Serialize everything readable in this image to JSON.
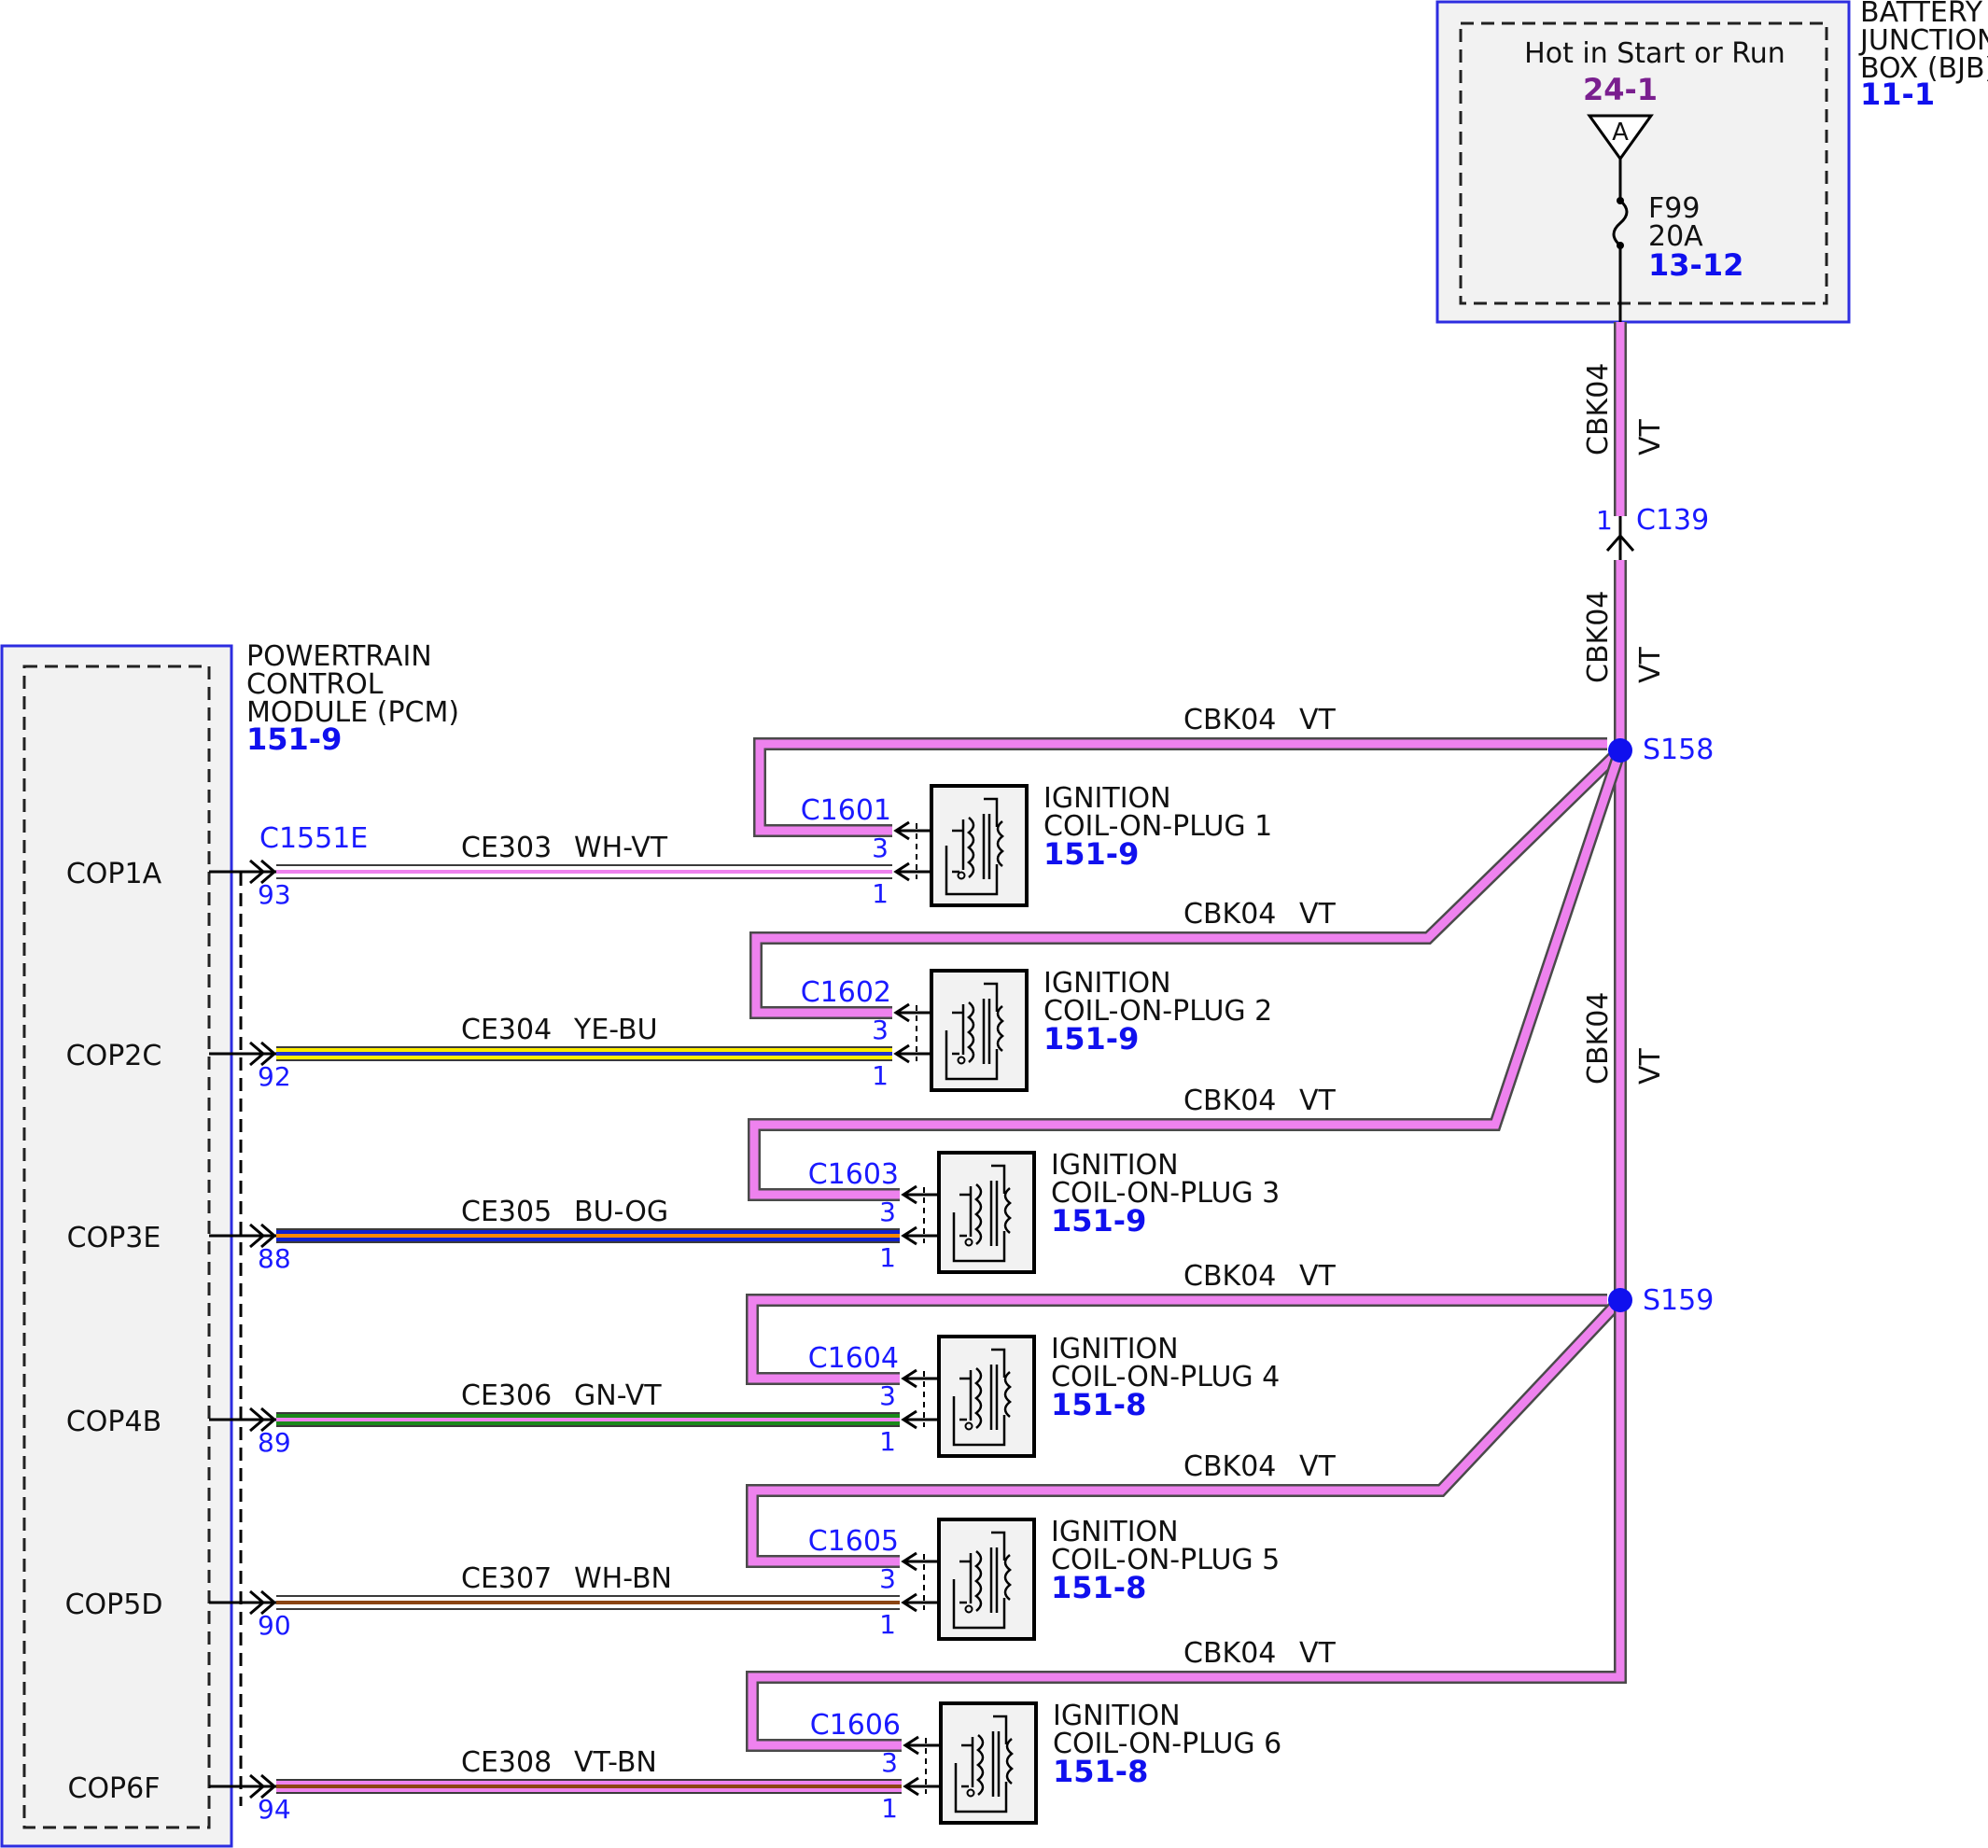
{
  "bjb": {
    "name_lines": [
      "BATTERY",
      "JUNCTION",
      "BOX (BJB)"
    ],
    "ref": "11-1",
    "hot_text": "Hot in Start or Run",
    "hot_ref": "24-1",
    "triangle_letter": "A",
    "fuse_name": "F99",
    "fuse_rating": "20A",
    "fuse_ref": "13-12"
  },
  "pcm": {
    "name_lines": [
      "POWERTRAIN",
      "CONTROL",
      "MODULE (PCM)"
    ],
    "ref": "151-9",
    "connector": "C1551E"
  },
  "feed": {
    "circuit": "CBK04",
    "color": "VT",
    "connector": "C139",
    "connector_pin": "1",
    "splices": [
      "S158",
      "S159"
    ]
  },
  "coils": [
    {
      "pcm_pin_label": "COP1A",
      "pcm_pin": "93",
      "circuit": "CE303",
      "wire_color": "WH-VT",
      "stripe": [
        "#ffffff",
        "#ee82ee"
      ],
      "connector": "C1601",
      "pin_a": "3",
      "pin_b": "1",
      "name_line1": "IGNITION",
      "name_line2": "COIL-ON-PLUG 1",
      "ref": "151-9",
      "feed_circuit": "CBK04",
      "feed_color": "VT"
    },
    {
      "pcm_pin_label": "COP2C",
      "pcm_pin": "92",
      "circuit": "CE304",
      "wire_color": "YE-BU",
      "stripe": [
        "#ffee00",
        "#2030d0"
      ],
      "connector": "C1602",
      "pin_a": "3",
      "pin_b": "1",
      "name_line1": "IGNITION",
      "name_line2": "COIL-ON-PLUG 2",
      "ref": "151-9",
      "feed_circuit": "CBK04",
      "feed_color": "VT"
    },
    {
      "pcm_pin_label": "COP3E",
      "pcm_pin": "88",
      "circuit": "CE305",
      "wire_color": "BU-OG",
      "stripe": [
        "#1020d0",
        "#ff8800"
      ],
      "connector": "C1603",
      "pin_a": "3",
      "pin_b": "1",
      "name_line1": "IGNITION",
      "name_line2": "COIL-ON-PLUG 3",
      "ref": "151-9",
      "feed_circuit": "CBK04",
      "feed_color": "VT"
    },
    {
      "pcm_pin_label": "COP4B",
      "pcm_pin": "89",
      "circuit": "CE306",
      "wire_color": "GN-VT",
      "stripe": [
        "#1a8a1a",
        "#ee82ee"
      ],
      "connector": "C1604",
      "pin_a": "3",
      "pin_b": "1",
      "name_line1": "IGNITION",
      "name_line2": "COIL-ON-PLUG 4",
      "ref": "151-8",
      "feed_circuit": "CBK04",
      "feed_color": "VT"
    },
    {
      "pcm_pin_label": "COP5D",
      "pcm_pin": "90",
      "circuit": "CE307",
      "wire_color": "WH-BN",
      "stripe": [
        "#ffffff",
        "#8b4513"
      ],
      "connector": "C1605",
      "pin_a": "3",
      "pin_b": "1",
      "name_line1": "IGNITION",
      "name_line2": "COIL-ON-PLUG 5",
      "ref": "151-8",
      "feed_circuit": "CBK04",
      "feed_color": "VT"
    },
    {
      "pcm_pin_label": "COP6F",
      "pcm_pin": "94",
      "circuit": "CE308",
      "wire_color": "VT-BN",
      "stripe": [
        "#ee82ee",
        "#8b4513"
      ],
      "connector": "C1606",
      "pin_a": "3",
      "pin_b": "1",
      "name_line1": "IGNITION",
      "name_line2": "COIL-ON-PLUG 6",
      "ref": "151-8",
      "feed_circuit": "CBK04",
      "feed_color": "VT"
    }
  ]
}
